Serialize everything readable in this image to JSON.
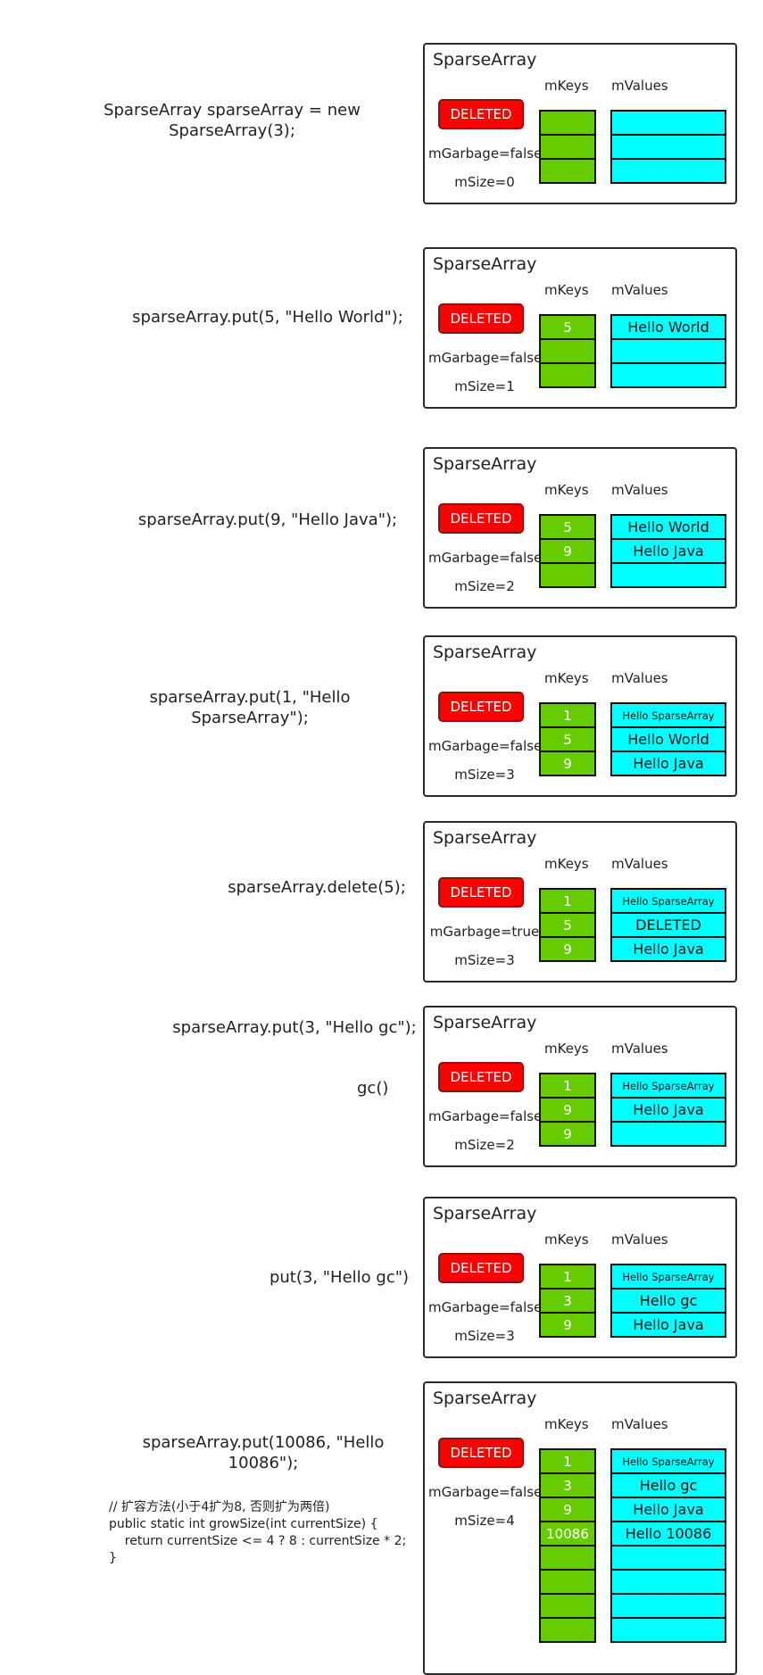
{
  "labels": {
    "panel_title": "SparseArray",
    "keys_header": "mKeys",
    "values_header": "mValues",
    "deleted_button": "DELETED"
  },
  "steps": [
    {
      "code": "SparseArray sparseArray = new SparseArray(3);",
      "mGarbage": "mGarbage=false",
      "mSize": "mSize=0",
      "keys": [
        "",
        "",
        ""
      ],
      "values": [
        "",
        "",
        ""
      ]
    },
    {
      "code": "sparseArray.put(5, \"Hello World\");",
      "mGarbage": "mGarbage=false",
      "mSize": "mSize=1",
      "keys": [
        "5",
        "",
        ""
      ],
      "values": [
        "Hello World",
        "",
        ""
      ]
    },
    {
      "code": "sparseArray.put(9, \"Hello Java\");",
      "mGarbage": "mGarbage=false",
      "mSize": "mSize=2",
      "keys": [
        "5",
        "9",
        ""
      ],
      "values": [
        "Hello World",
        "Hello Java",
        ""
      ]
    },
    {
      "code": "sparseArray.put(1, \"Hello SparseArray\");",
      "mGarbage": "mGarbage=false",
      "mSize": "mSize=3",
      "keys": [
        "1",
        "5",
        "9"
      ],
      "values": [
        "Hello SparseArray",
        "Hello World",
        "Hello Java"
      ]
    },
    {
      "code": "sparseArray.delete(5);",
      "mGarbage": "mGarbage=true",
      "mSize": "mSize=3",
      "keys": [
        "1",
        "5",
        "9"
      ],
      "values": [
        "Hello SparseArray",
        "DELETED",
        "Hello Java"
      ]
    },
    {
      "code": "sparseArray.put(3, \"Hello gc\");",
      "code2": "gc()",
      "mGarbage": "mGarbage=false",
      "mSize": "mSize=2",
      "keys": [
        "1",
        "9",
        "9"
      ],
      "values": [
        "Hello SparseArray",
        "Hello Java",
        ""
      ]
    },
    {
      "code": "put(3, \"Hello gc\")",
      "mGarbage": "mGarbage=false",
      "mSize": "mSize=3",
      "keys": [
        "1",
        "3",
        "9"
      ],
      "values": [
        "Hello SparseArray",
        "Hello gc",
        "Hello Java"
      ]
    },
    {
      "code": "sparseArray.put(10086, \"Hello 10086\");",
      "mGarbage": "mGarbage=false",
      "mSize": "mSize=4",
      "keys": [
        "1",
        "3",
        "9",
        "10086",
        "",
        "",
        "",
        ""
      ],
      "values": [
        "Hello SparseArray",
        "Hello gc",
        "Hello Java",
        "Hello 10086",
        "",
        "",
        "",
        ""
      ]
    }
  ],
  "snippet": {
    "line1": "// 扩容方法(小于4扩为8, 否则扩为两倍)",
    "line2": "public static int growSize(int currentSize) {",
    "line3": "    return currentSize <= 4 ? 8 : currentSize * 2;",
    "line4": "}"
  },
  "colors": {
    "deleted_red": "#fe0000",
    "key_green": "#66cc00",
    "value_cyan": "#00ffff"
  }
}
